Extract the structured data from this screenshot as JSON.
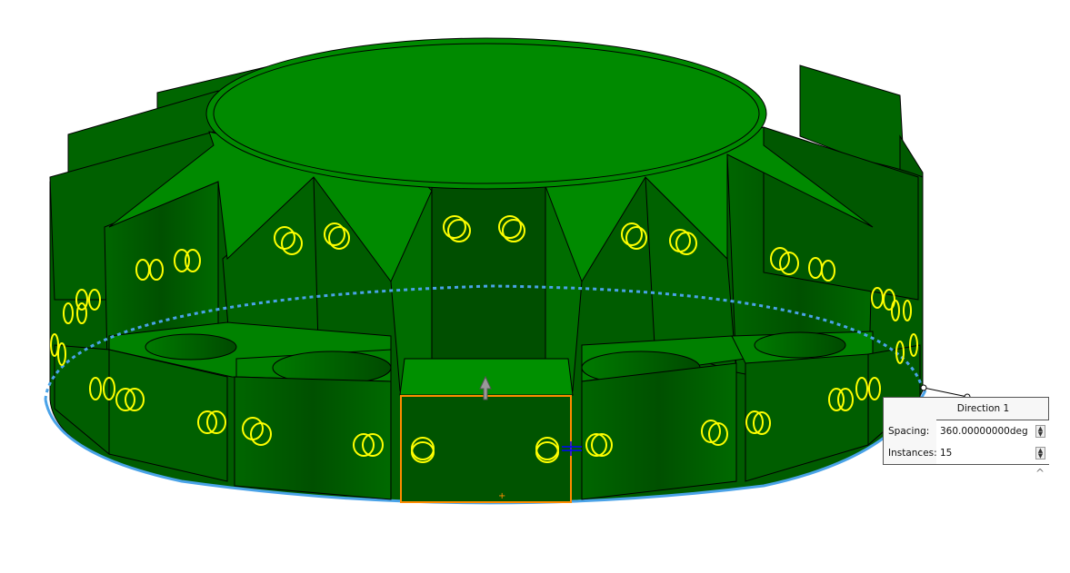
{
  "viewport": {
    "model_color": "#008000",
    "top_face_color": "#008a00",
    "dark_face_color": "#005500",
    "hole_highlight_color": "#ffff00",
    "path_color": "#4aa3e8",
    "selected_edge_color": "#ff8c00"
  },
  "callout": {
    "title": "Direction 1",
    "spacing_label": "Spacing:",
    "spacing_value": "360.00000000deg",
    "instances_label": "Instances:",
    "instances_value": "15"
  },
  "icons": {
    "spin_up": "▲",
    "spin_down": "▼",
    "collapse": "^"
  }
}
